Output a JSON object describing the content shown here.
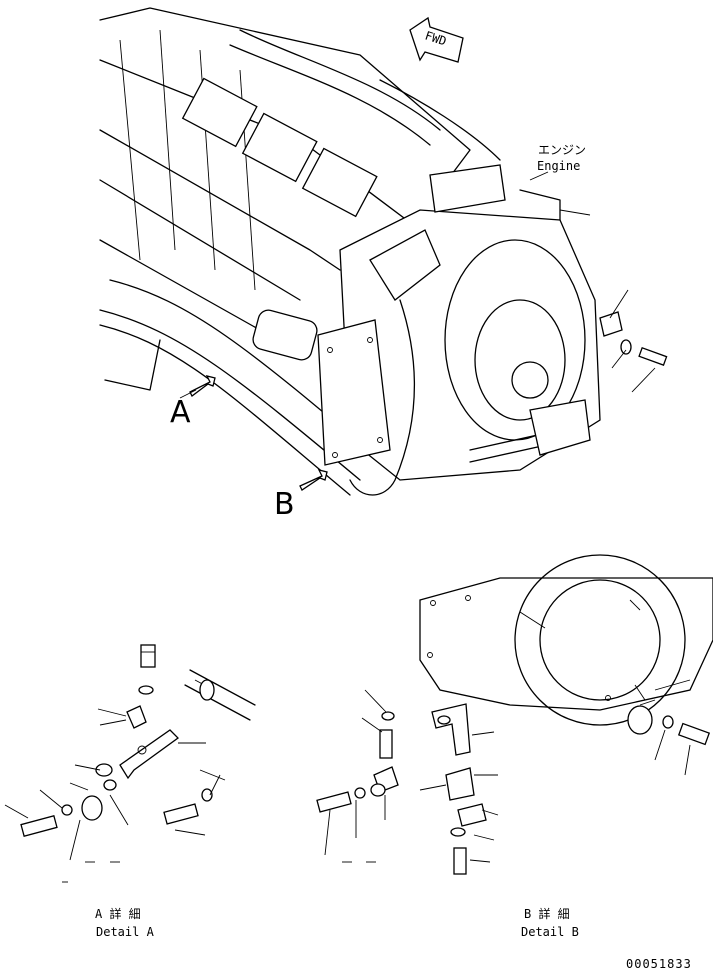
{
  "labels": {
    "fwd": "FWD",
    "engine_jp": "エンジン",
    "engine_en": "Engine",
    "view_a": "A",
    "view_b": "B",
    "detail_a_jp": "A 詳 細",
    "detail_a_en": "Detail A",
    "detail_b_jp": "B 詳 細",
    "detail_b_en": "Detail B",
    "drawing_no": "00051833"
  }
}
